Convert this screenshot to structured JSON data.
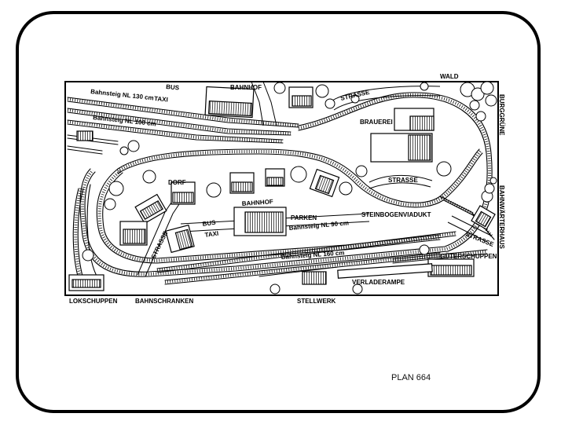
{
  "plan": {
    "title": "PLAN 664",
    "labels": {
      "wald": "WALD",
      "burggruene": "BURGGRÜNE",
      "bus_top": "BUS",
      "taxi_top": "TAXI",
      "bahnhof_top": "BAHNHOF",
      "strasse_top": "STRASSE",
      "brauerei": "BRAUEREI",
      "bahnsteig_130": "Bahnsteig NL 130 cm",
      "bahnsteig_100": "Bahnsteig NL 100 cm",
      "strasse_mid": "STRASSE",
      "dorf": "DORF",
      "bahnhof_mid": "BAHNHOF",
      "bus_mid": "BUS",
      "taxi_mid": "TAXI",
      "parken": "PARKEN",
      "bahnsteig_90": "Bahnsteig NL 90 cm",
      "steinbogenviadukt": "STEINBOGENVIADUKT",
      "strasse_left": "STRASSE",
      "strasse_right": "STRASSE",
      "bahnwaerterhaus": "BAHNWÄRTERHAUS",
      "gueterschuppen": "GÜTERSCHUPPEN",
      "bahnsteig_160": "Bahnsteig NL 160 cm",
      "verladerampe": "VERLADERAMPE",
      "lokschuppen": "LOKSCHUPPEN",
      "bahnschranken": "BAHNSCHRANKEN",
      "stellwerk": "STELLWERK"
    }
  }
}
